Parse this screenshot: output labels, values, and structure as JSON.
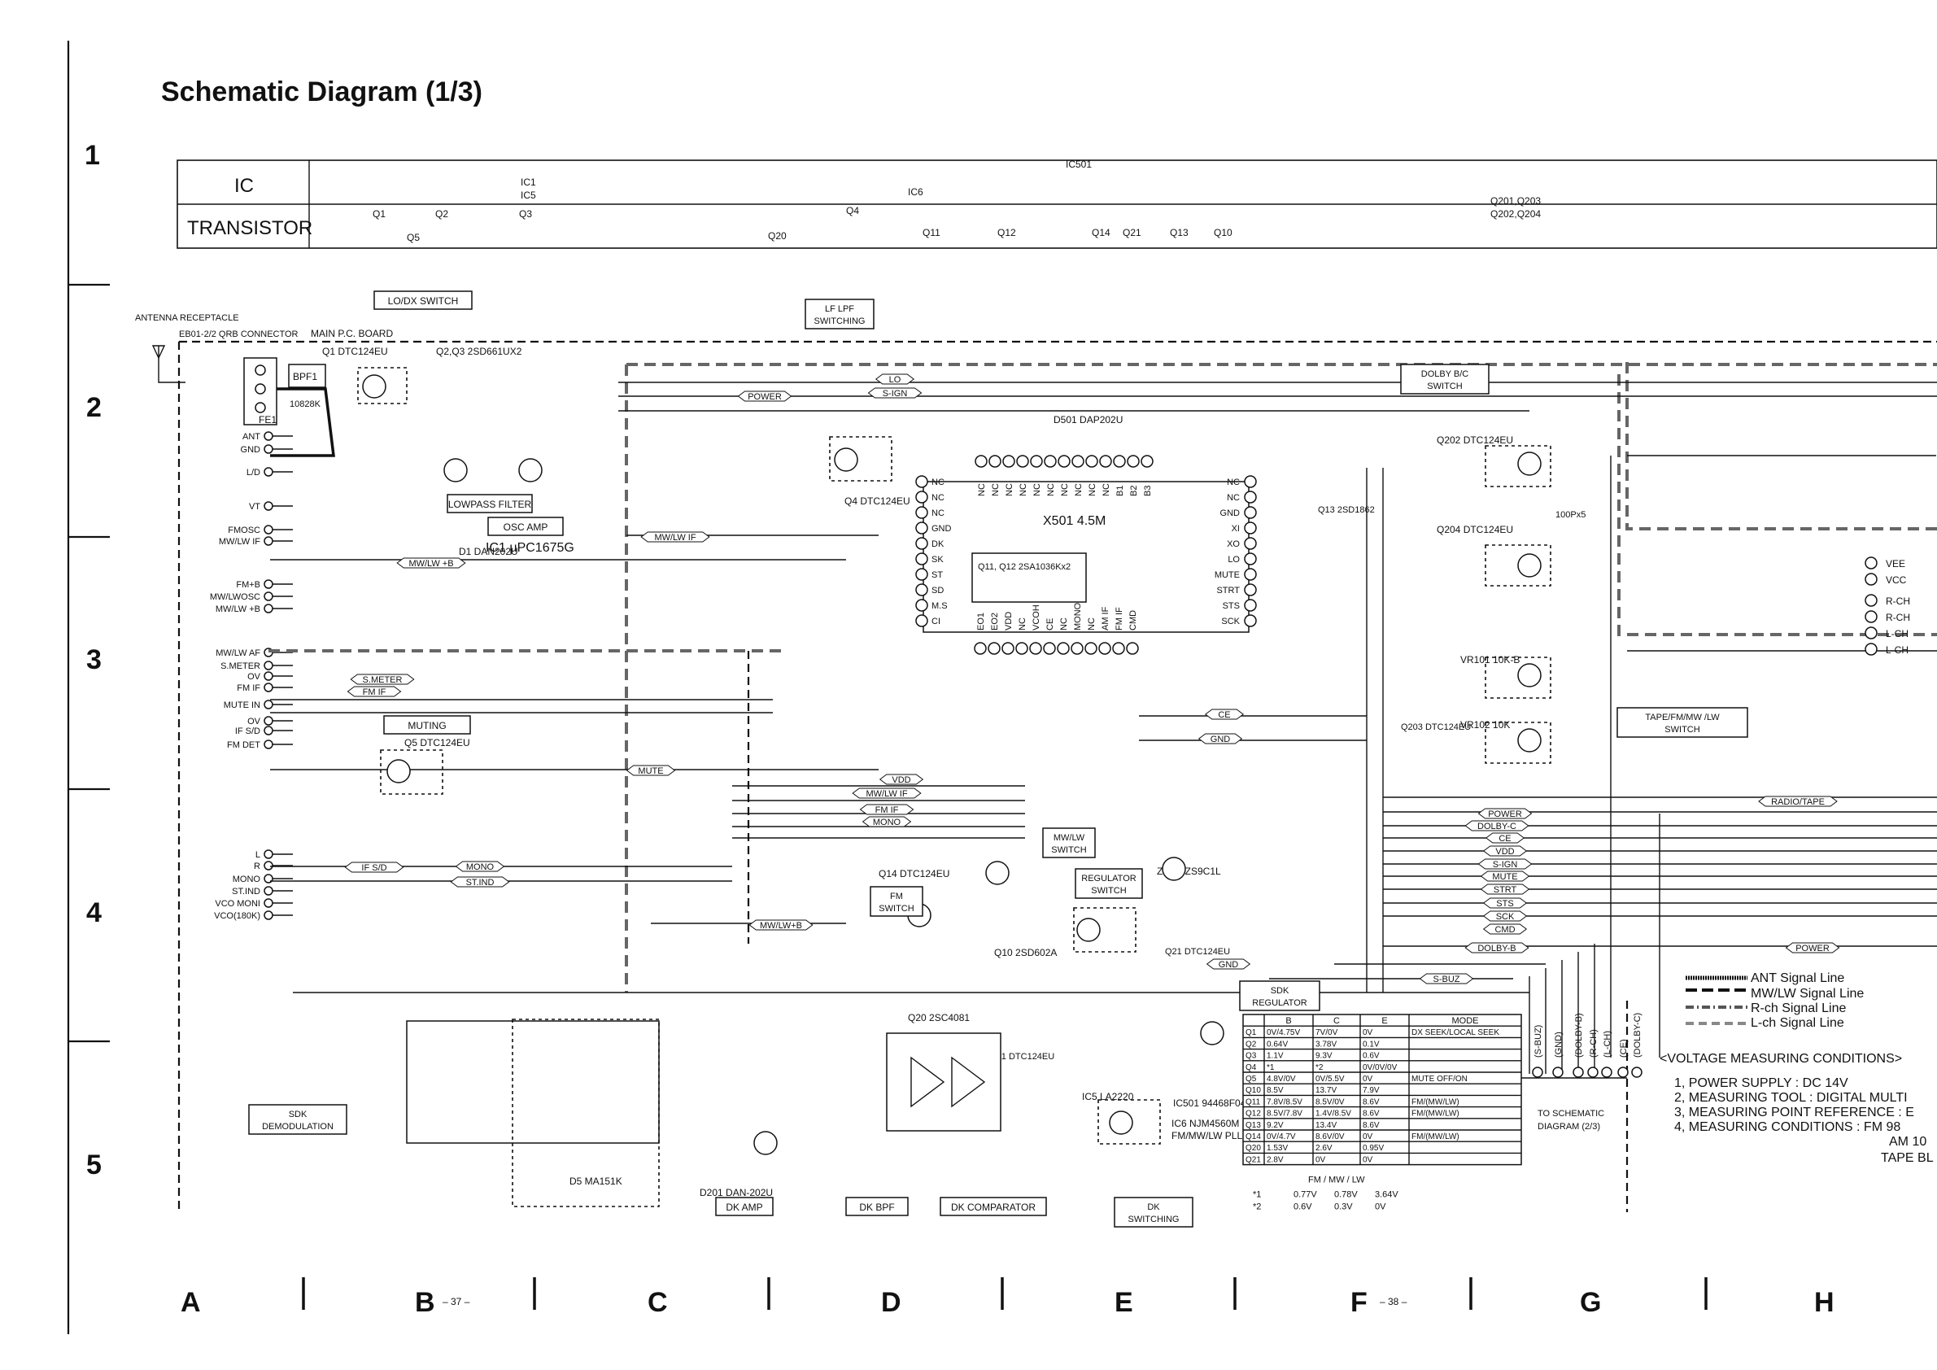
{
  "title": "Schematic Diagram (1/3)",
  "row_numbers": [
    "1",
    "2",
    "3",
    "4",
    "5"
  ],
  "column_letters": [
    "A",
    "B",
    "C",
    "D",
    "E",
    "F",
    "G",
    "H"
  ],
  "page_numbers": [
    "– 37 –",
    "– 38 –"
  ],
  "header_table": {
    "row1_label": "IC",
    "row2_label": "TRANSISTOR",
    "ic_entries": [
      "IC1",
      "IC5",
      "IC6",
      "IC501"
    ],
    "transistor_entries": [
      "Q1",
      "Q2",
      "Q3",
      "Q4",
      "Q5",
      "Q20",
      "Q11",
      "Q12",
      "Q14",
      "Q21",
      "Q13",
      "Q10",
      "Q201,Q203",
      "Q202,Q204"
    ]
  },
  "block_labels": [
    "LO/DX SWITCH",
    "LF LPF SWITCHING",
    "LOWPASS FILTER",
    "OSC AMP",
    "MUTING",
    "FM SWITCH",
    "MW/LW SWITCH",
    "REGULATOR SWITCH",
    "SDK REGULATOR",
    "SDK DEMODULATION",
    "DK AMP",
    "DK BPF",
    "DK COMPARATOR",
    "DK SWITCHING",
    "DOLBY B/C SWITCH",
    "TAPE/FM/MW /LW SWITCH"
  ],
  "component_labels": [
    "ANTENNA RECEPTACLE",
    "EB01-2/2 QRB CONNECTOR",
    "MAIN P.C. BOARD",
    "Q1 DTC124EU",
    "Q2,Q3 2SD661UX2",
    "BPF1",
    "10828K",
    "FE1",
    "D1 DAN202U",
    "IC1 μPC1675G",
    "Q5 DTC124EU",
    "Q4 DTC124EU",
    "D501 DAP202U",
    "IC501 94468F04",
    "FM/MW/LW PLL SYNTHESIZER CONTROLLER",
    "X501 4.5M",
    "Q11, Q12 2SA1036Kx2",
    "Q13 2SD1862",
    "Q14 DTC124EU",
    "ZD5 HZS9C1L",
    "Q10 2SD602A",
    "Q21 DTC124EU",
    "IC6 NJM4560M",
    "IC5 LA2220",
    "Q20 2SC4081",
    "D5 MA151K",
    "D201 DAN-202U",
    "Q201 DTC124EU",
    "Q203 DTC124EU",
    "Q202 DTC124EU",
    "Q204 DTC124EU",
    "VR101 10K-B",
    "VR102 10K",
    "100Px5"
  ],
  "connector_pins": [
    "ANT",
    "GND",
    "L/D",
    "VT",
    "FMOSC",
    "MW/LW IF",
    "FM+B",
    "MW/LWOSC",
    "MW/LW +B",
    "MW/LW AF",
    "S.METER",
    "OV",
    "FM IF",
    "MUTE IN",
    "OV",
    "IF S/D",
    "FM DET",
    "L",
    "R",
    "MONO",
    "ST.IND",
    "VCO MONI",
    "VCO(180K)"
  ],
  "ic501_pins_left": [
    "NC",
    "NC",
    "NC",
    "GND",
    "DK",
    "SK",
    "ST",
    "SD",
    "M.S",
    "CI"
  ],
  "ic501_pins_right": [
    "NC",
    "NC",
    "GND",
    "XI",
    "XO",
    "LO",
    "MUTE",
    "STRT",
    "STS",
    "SCK"
  ],
  "ic501_pins_bottom": [
    "EO1",
    "EO2",
    "VDD",
    "NC",
    "VCOH",
    "CE",
    "NC",
    "MONO",
    "NC",
    "AM IF",
    "FM IF",
    "CMD"
  ],
  "ic501_pins_top": [
    "NC",
    "NC",
    "NC",
    "NC",
    "NC",
    "NC",
    "NC",
    "NC",
    "NC",
    "NC",
    "B1",
    "B2",
    "B3"
  ],
  "bus_signals": [
    "LO",
    "S-IGN",
    "POWER",
    "MW/LW IF",
    "MW/LW +B",
    "S.METER",
    "FM IF",
    "MUTE",
    "VDD",
    "MW/LW IF",
    "FM IF",
    "MONO",
    "IF S/D",
    "MONO",
    "ST.IND",
    "MW/LW+B",
    "CE",
    "GND",
    "RADIO/TAPE",
    "POWER",
    "DOLBY-C",
    "CE",
    "VDD",
    "S-IGN",
    "MUTE",
    "STRT",
    "STS",
    "SCK",
    "CMD",
    "DOLBY-B",
    "S-BUZ",
    "GND",
    "POWER"
  ],
  "right_connector_pins": [
    "VEE",
    "VCC",
    "R-CH",
    "R-CH",
    "L-CH",
    "L-CH"
  ],
  "bottom_bus_labels": [
    "S-BUZ",
    "GND",
    "DOLBY-B",
    "R-CH",
    "L-CH",
    "CE",
    "DOLBY-C"
  ],
  "to_schematic": "TO SCHEMATIC DIAGRAM (2/3)",
  "legend": [
    {
      "label": "ANT Signal Line",
      "style": "double"
    },
    {
      "label": "MW/LW Signal Line",
      "style": "dash"
    },
    {
      "label": "R-ch Signal Line",
      "style": "dashdot"
    },
    {
      "label": "L-ch Signal Line",
      "style": "lightdash"
    }
  ],
  "voltage_conditions": {
    "heading": "<VOLTAGE MEASURING CONDITIONS>",
    "lines": [
      "1, POWER SUPPLY   : DC 14V",
      "2, MEASURING TOOL : DIGITAL MULTI",
      "3, MEASURING POINT REFERENCE : E",
      "4, MEASURING CONDITIONS : FM 98",
      "AM 10",
      "TAPE BL"
    ]
  },
  "voltage_table": {
    "headers": [
      "",
      "B",
      "C",
      "E",
      "MODE"
    ],
    "rows": [
      [
        "Q1",
        "0V/4.75V",
        "7V/0V",
        "0V",
        "DX SEEK/LOCAL SEEK"
      ],
      [
        "Q2",
        "0.64V",
        "3.78V",
        "0.1V",
        ""
      ],
      [
        "Q3",
        "1.1V",
        "9.3V",
        "0.6V",
        ""
      ],
      [
        "Q4",
        "*1",
        "*2",
        "0V/0V/0V",
        ""
      ],
      [
        "Q5",
        "4.8V/0V",
        "0V/5.5V",
        "0V",
        "MUTE OFF/ON"
      ],
      [
        "Q10",
        "8.5V",
        "13.7V",
        "7.9V",
        ""
      ],
      [
        "Q11",
        "7.8V/8.5V",
        "8.5V/0V",
        "8.6V",
        "FM/(MW/LW)"
      ],
      [
        "Q12",
        "8.5V/7.8V",
        "1.4V/8.5V",
        "8.6V",
        "FM/(MW/LW)"
      ],
      [
        "Q13",
        "9.2V",
        "13.4V",
        "8.6V",
        ""
      ],
      [
        "Q14",
        "0V/4.7V",
        "8.6V/0V",
        "0V",
        "FM/(MW/LW)"
      ],
      [
        "Q20",
        "1.53V",
        "2.6V",
        "0.95V",
        ""
      ],
      [
        "Q21",
        "2.8V",
        "0V",
        "0V",
        ""
      ]
    ],
    "footer_head": "FM / MW / LW",
    "footer_rows": [
      [
        "*1",
        "0.77V",
        "0.78V",
        "3.64V"
      ],
      [
        "*2",
        "0.6V",
        "0.3V",
        "0V"
      ]
    ]
  }
}
